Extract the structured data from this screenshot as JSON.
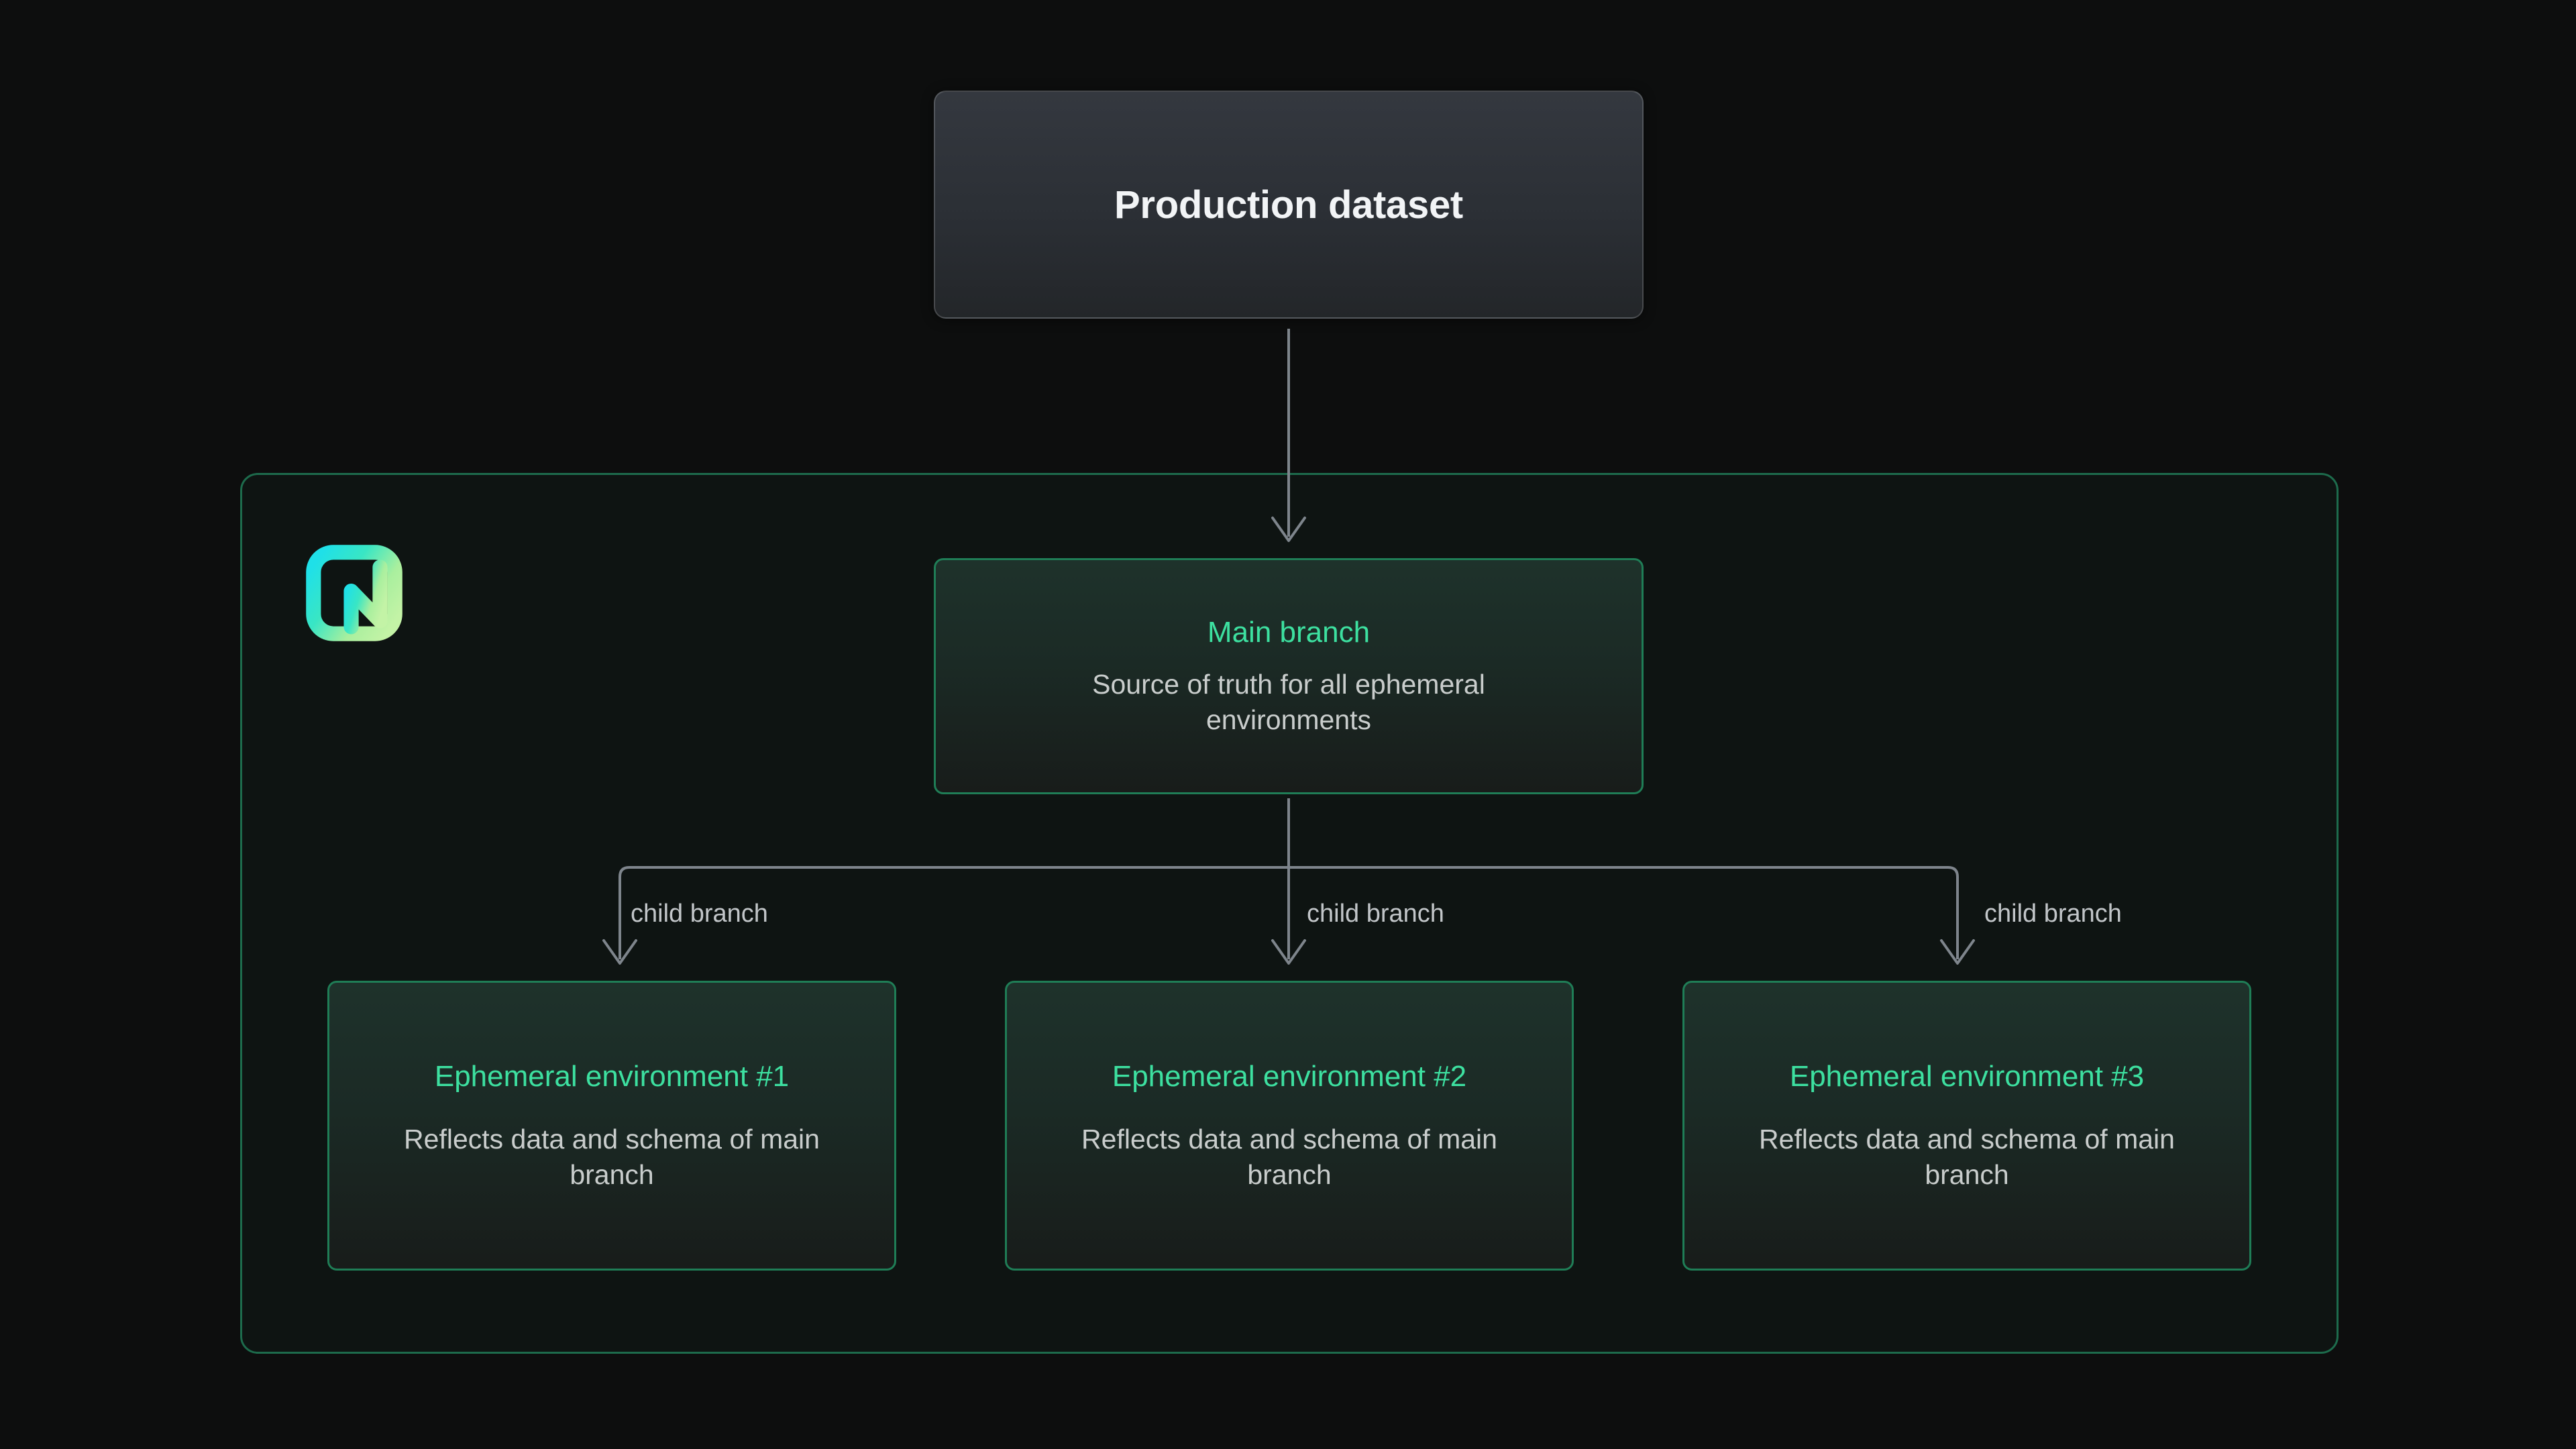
{
  "page": {
    "background_color": "#0d0e0e",
    "accent_green": "#3de0a0",
    "container_border_color": "#1d6b4c",
    "card_border_color": "#1f7d56",
    "connector_color": "#7e858c"
  },
  "production": {
    "title": "Production dataset"
  },
  "logo": {
    "name": "neon-logo",
    "gradient_from": "#22d3ee",
    "gradient_to": "#b6f09c"
  },
  "main_branch": {
    "title": "Main branch",
    "description": "Source of truth for all ephemeral environments"
  },
  "edge_labels": [
    "child branch",
    "child branch",
    "child branch"
  ],
  "environments": [
    {
      "title": "Ephemeral environment #1",
      "description": "Reflects data and schema of main branch"
    },
    {
      "title": "Ephemeral environment #2",
      "description": "Reflects data and schema of main branch"
    },
    {
      "title": "Ephemeral environment #3",
      "description": "Reflects data and schema of main branch"
    }
  ]
}
